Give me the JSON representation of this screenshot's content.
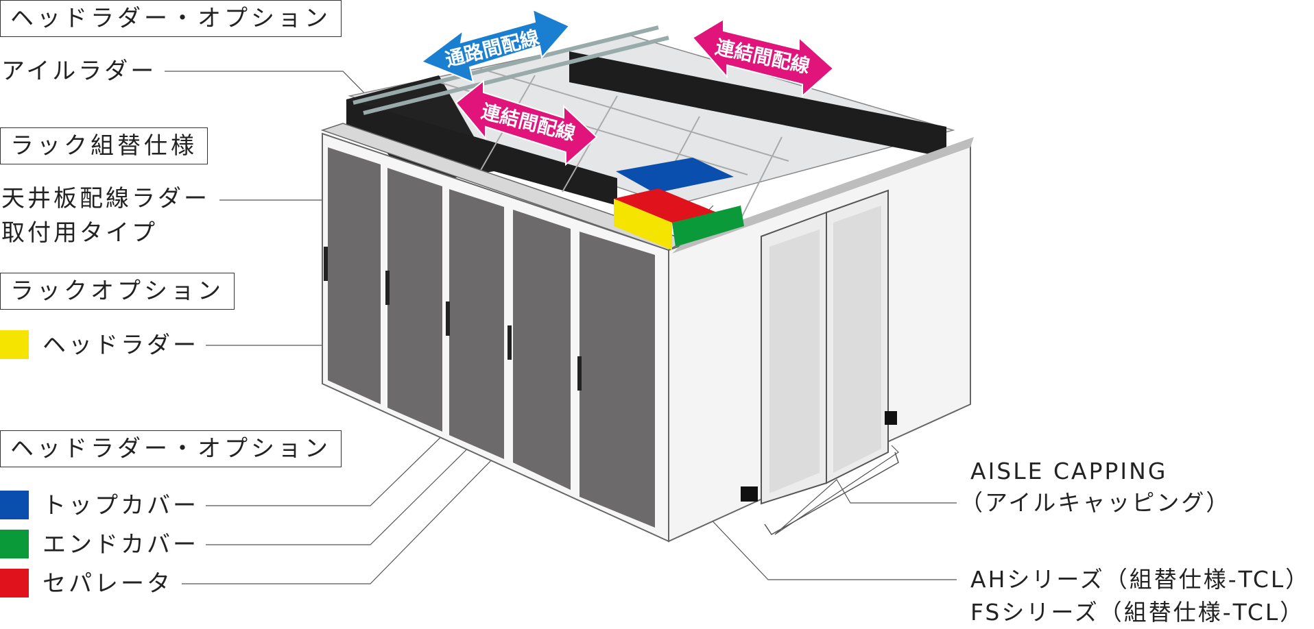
{
  "left": {
    "group1_title": "ヘッドラダー・オプション",
    "aisle_ladder": "アイルラダー",
    "group2_title": "ラック組替仕様",
    "ceiling_line1": "天井板配線ラダー",
    "ceiling_line2": "取付用タイプ",
    "group3_title": "ラックオプション",
    "head_ladder": "ヘッドラダー",
    "group4_title": "ヘッドラダー・オプション",
    "top_cover": "トップカバー",
    "end_cover": "エンドカバー",
    "separator": "セパレータ"
  },
  "arrows": {
    "aisle_wiring": "通路間配線",
    "link_wiring_back": "連結間配線",
    "link_wiring_front": "連結間配線"
  },
  "right": {
    "aisle_capping_en": "AISLE CAPPING",
    "aisle_capping_jp": "（アイルキャッピング）",
    "series_ah": "AHシリーズ（組替仕様-TCL）",
    "series_fs": "FSシリーズ（組替仕様-TCL）"
  },
  "colors": {
    "head_ladder": "#f5e300",
    "top_cover": "#0a4fad",
    "end_cover": "#0a9a3a",
    "separator": "#e0121b",
    "arrow_blue": "#1a7fd0",
    "arrow_magenta": "#e0147a"
  }
}
